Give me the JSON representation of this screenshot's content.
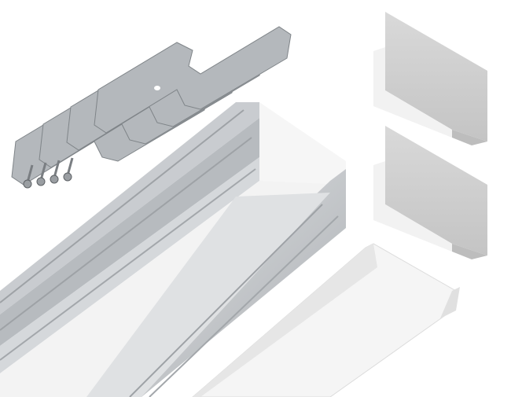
{
  "scene": {
    "background": "#ffffff",
    "colors": {
      "aluminum_light": "#d4d6d8",
      "aluminum_mid": "#b9bcbf",
      "aluminum_dark": "#8f9397",
      "white_plastic": "#f4f4f4",
      "shadow_grey": "#c8c8c8"
    },
    "items": [
      {
        "name": "mounting-clips",
        "count": 4
      },
      {
        "name": "screws",
        "count": 4
      },
      {
        "name": "aluminum-profile",
        "count": 1
      },
      {
        "name": "end-caps",
        "count": 2
      },
      {
        "name": "diffuser-cover",
        "count": 1
      }
    ]
  }
}
